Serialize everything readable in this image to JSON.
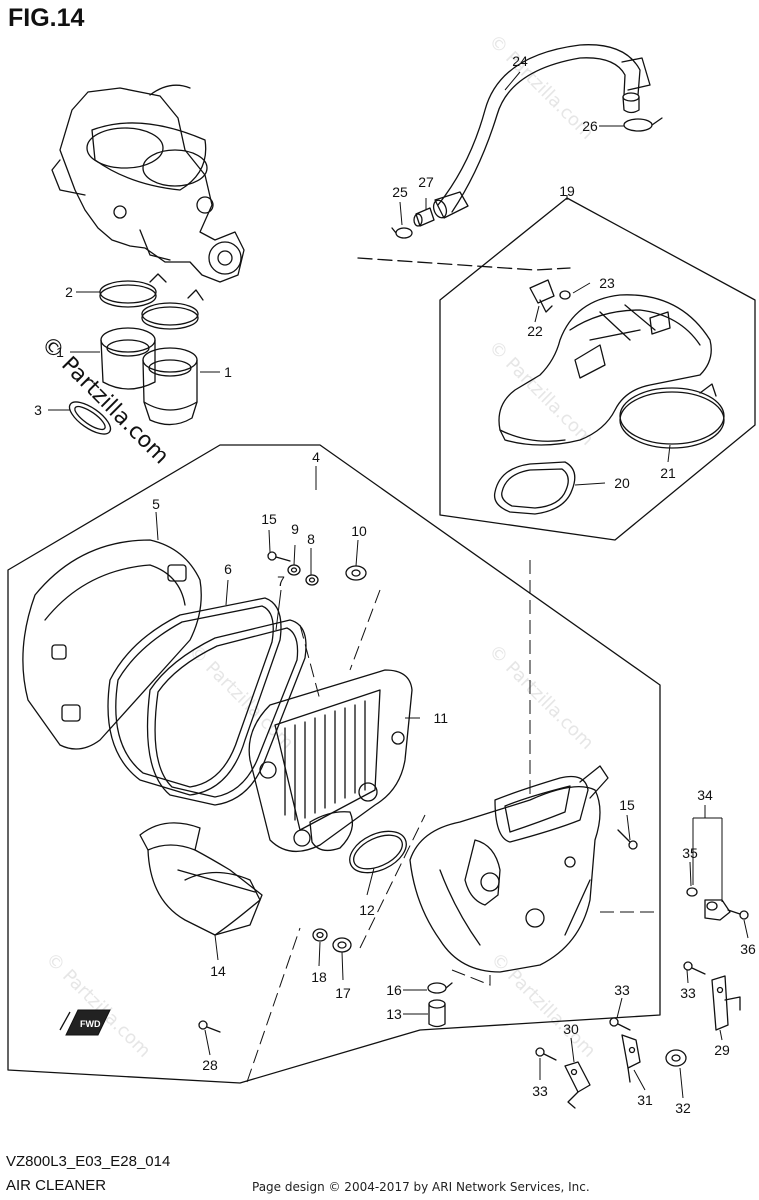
{
  "figure": {
    "title": "FIG.14",
    "code": "VZ800L3_E03_E28_014",
    "name": "AIR CLEANER",
    "credit": "Page design © 2004-2017 by ARI Network Services, Inc.",
    "watermark": "© Partzilla.com",
    "fwd_label": "FWD"
  },
  "callouts": [
    "1",
    "1",
    "2",
    "3",
    "4",
    "5",
    "6",
    "7",
    "8",
    "9",
    "10",
    "11",
    "12",
    "13",
    "14",
    "15",
    "15",
    "16",
    "17",
    "18",
    "19",
    "20",
    "21",
    "22",
    "23",
    "24",
    "25",
    "26",
    "27",
    "28",
    "29",
    "30",
    "31",
    "32",
    "33",
    "33",
    "33",
    "34",
    "35",
    "36"
  ],
  "colors": {
    "line": "#111111",
    "watermark": "#e6e6e6",
    "paper": "#ffffff"
  }
}
